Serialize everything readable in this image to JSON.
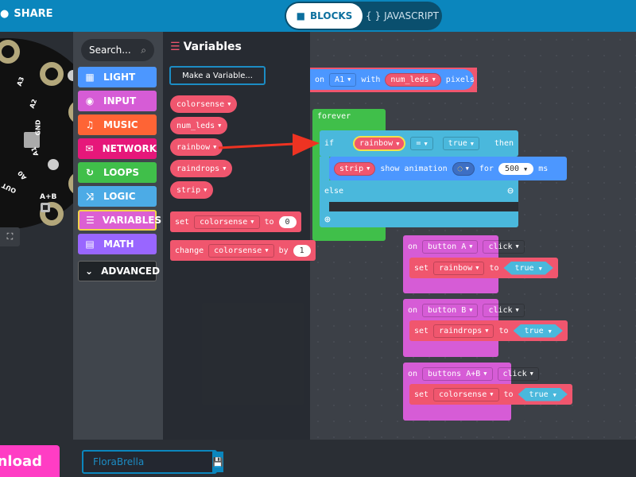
{
  "header": {
    "share_label": "SHARE",
    "tabs": [
      {
        "label": "BLOCKS",
        "active": true
      },
      {
        "label": "JAVASCRIPT",
        "active": false
      }
    ]
  },
  "simulator": {
    "pins": [
      "A3",
      "A2",
      "GND",
      "A1",
      "A0",
      "OUT"
    ],
    "button_ab_label": "A+B"
  },
  "toolbox": {
    "search_placeholder": "Search...",
    "categories": [
      {
        "label": "LIGHT",
        "color": "#4c97ff",
        "icon": "grid-icon"
      },
      {
        "label": "INPUT",
        "color": "#d65cd6",
        "icon": "target-icon"
      },
      {
        "label": "MUSIC",
        "color": "#fe6435",
        "icon": "headphones-icon"
      },
      {
        "label": "NETWORK",
        "color": "#e6177a",
        "icon": "chat-icon"
      },
      {
        "label": "LOOPS",
        "color": "#40bf4a",
        "icon": "refresh-icon"
      },
      {
        "label": "LOGIC",
        "color": "#4cabe6",
        "icon": "shuffle-icon"
      },
      {
        "label": "VARIABLES",
        "color": "#dc5fd3",
        "icon": "list-icon"
      },
      {
        "label": "MATH",
        "color": "#9966ff",
        "icon": "calculator-icon"
      },
      {
        "label": "ADVANCED",
        "color": "#1f2327",
        "icon": "chevron-down-icon"
      }
    ]
  },
  "flyout": {
    "title": "Variables",
    "make_variable": "Make a Variable...",
    "variables": [
      "colorsense",
      "num_leds",
      "rainbow",
      "raindrops",
      "strip"
    ],
    "set_block": {
      "keyword": "set",
      "var": "colorsense",
      "to": "to",
      "value": "0"
    },
    "change_block": {
      "keyword": "change",
      "var": "colorsense",
      "by": "by",
      "value": "1"
    }
  },
  "workspace": {
    "create_strip": {
      "on": "on",
      "pin": "A1",
      "with": "with",
      "var": "num_leds",
      "pixels": "pixels"
    },
    "forever": {
      "label": "forever",
      "if": "if",
      "var": "rainbow",
      "op": "=",
      "value": "true",
      "then": "then",
      "strip": "strip",
      "show_animation": "show animation",
      "for": "for",
      "duration": "500",
      "ms": "ms",
      "else": "else"
    },
    "events": [
      {
        "on": "on",
        "button": "button A",
        "event": "click",
        "set": "set",
        "var": "rainbow",
        "to": "to",
        "value": "true"
      },
      {
        "on": "on",
        "button": "button B",
        "event": "click",
        "set": "set",
        "var": "raindrops",
        "to": "to",
        "value": "true"
      },
      {
        "on": "on",
        "button": "buttons A+B",
        "event": "click",
        "set": "set",
        "var": "colorsense",
        "to": "to",
        "value": "true"
      }
    ]
  },
  "footer": {
    "download_label": "Download",
    "project_name": "FloraBrella"
  },
  "colors": {
    "header": "#0b86bd",
    "variable": "#f0566e",
    "loops": "#40bf4a",
    "logic": "#4ab8dc",
    "light": "#4c97ff",
    "input": "#d65cd6",
    "annotation_arrow": "#ee3322"
  }
}
